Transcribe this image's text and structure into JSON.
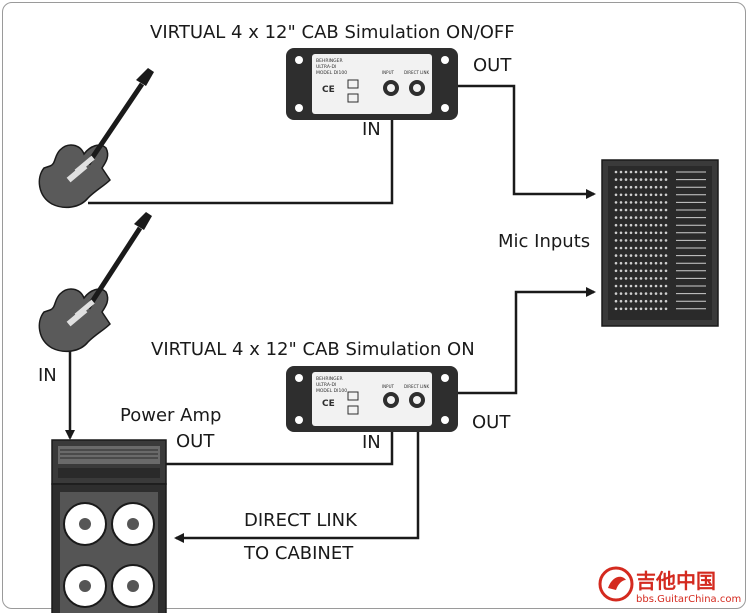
{
  "labels": {
    "top_title": "VIRTUAL 4 x 12\" CAB Simulation ON/OFF",
    "top_out": "OUT",
    "top_in": "IN",
    "mic_inputs": "Mic Inputs",
    "bottom_title": "VIRTUAL 4 x 12\" CAB Simulation ON",
    "guitar_in": "IN",
    "power_amp": "Power Amp",
    "amp_out": "OUT",
    "bottom_in": "IN",
    "bottom_out": "OUT",
    "direct_link": "DIRECT LINK",
    "to_cabinet": "TO CABINET"
  },
  "di_box": {
    "panel_text": [
      "BEHRINGER",
      "ULTRA-DI",
      "MODEL DI100"
    ],
    "ce_mark": "CE",
    "jack_labels": [
      "INPUT",
      "DIRECT LINK"
    ]
  },
  "watermark": {
    "brand": "吉他中国",
    "url": "bbs.GuitarChina.com"
  },
  "colors": {
    "line": "#1a1a1a",
    "device_body": "#2e2e2e",
    "device_panel": "#f2f2f2",
    "guitar_body": "#5a5a5a",
    "mixer_body": "#3a3a3a",
    "watermark_red": "#d42a1f"
  }
}
